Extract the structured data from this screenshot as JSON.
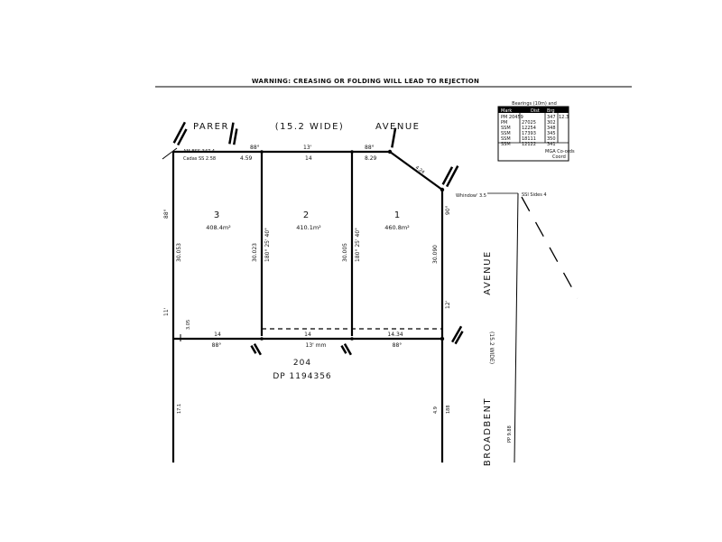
{
  "warning": "WARNING: CREASING OR FOLDING WILL LEAD TO REJECTION",
  "streets": {
    "parer": "PARER",
    "parer_width": "(15.2 WIDE)",
    "parer_avenue": "AVENUE",
    "broadbent": "BROADBENT",
    "broadbent_avenue": "AVENUE",
    "broadbent_width": "(15.2 WIDE)"
  },
  "lots": [
    {
      "number": "3",
      "area": "408.4m²"
    },
    {
      "number": "2",
      "area": "410.1m²"
    },
    {
      "number": "1",
      "area": "460.8m²"
    }
  ],
  "dimensions": {
    "top_lot3_frontage": "4.59",
    "top_lot2_frontage": "14",
    "top_lot1_frontage": "8.29",
    "top_bearing_1": "88°",
    "top_bearing_2": "13'",
    "top_bearing_3": "88°",
    "left_bearing_1": "88°",
    "left_bearing_2": "11'",
    "left_length": "30.053",
    "div_32_length": "30.023",
    "div_32_bearing": "180° 25' 40\"",
    "div_21_length": "30.005",
    "div_21_bearing": "180° 25' 40\"",
    "right_length": "30.090",
    "right_bearing_1": "90°",
    "right_bearing_2": "12'",
    "corner_diag": "4.24",
    "rear_lot3": "14",
    "rear_lot2": "14",
    "rear_lot1": "14.34",
    "rear_bearing_1": "88°",
    "rear_bearing_2": "13' mm",
    "rear_bearing_3": "88°",
    "left_side_small": "3.05",
    "top_left_note": "AM-BSS 347.4",
    "top_left_note2": "Cadas SS 2.58",
    "right_side_note": "Whindow' 3.5",
    "right_side_note2": "SSI Sides 4",
    "pp_ref": "PP 9.88",
    "left_lower": "17.1",
    "right_lower": "4.9",
    "right_lower2": "188"
  },
  "parcel_below": {
    "lot": "204",
    "dp": "DP 1194356"
  },
  "table": {
    "header_title": "Bearings (10m) and",
    "col_headers": [
      "Mark",
      "Dist",
      "Brg"
    ],
    "rows": [
      [
        "PM 20459",
        "347",
        "12.3"
      ],
      [
        "PM",
        "27025",
        "302"
      ],
      [
        "SSM",
        "12254",
        "348"
      ],
      [
        "SSM",
        "17393",
        "345"
      ],
      [
        "SSM",
        "18111",
        "350"
      ],
      [
        "SSM",
        "12122",
        "341"
      ]
    ],
    "footer": "MGA Co-ords",
    "footer2": "Coord"
  }
}
